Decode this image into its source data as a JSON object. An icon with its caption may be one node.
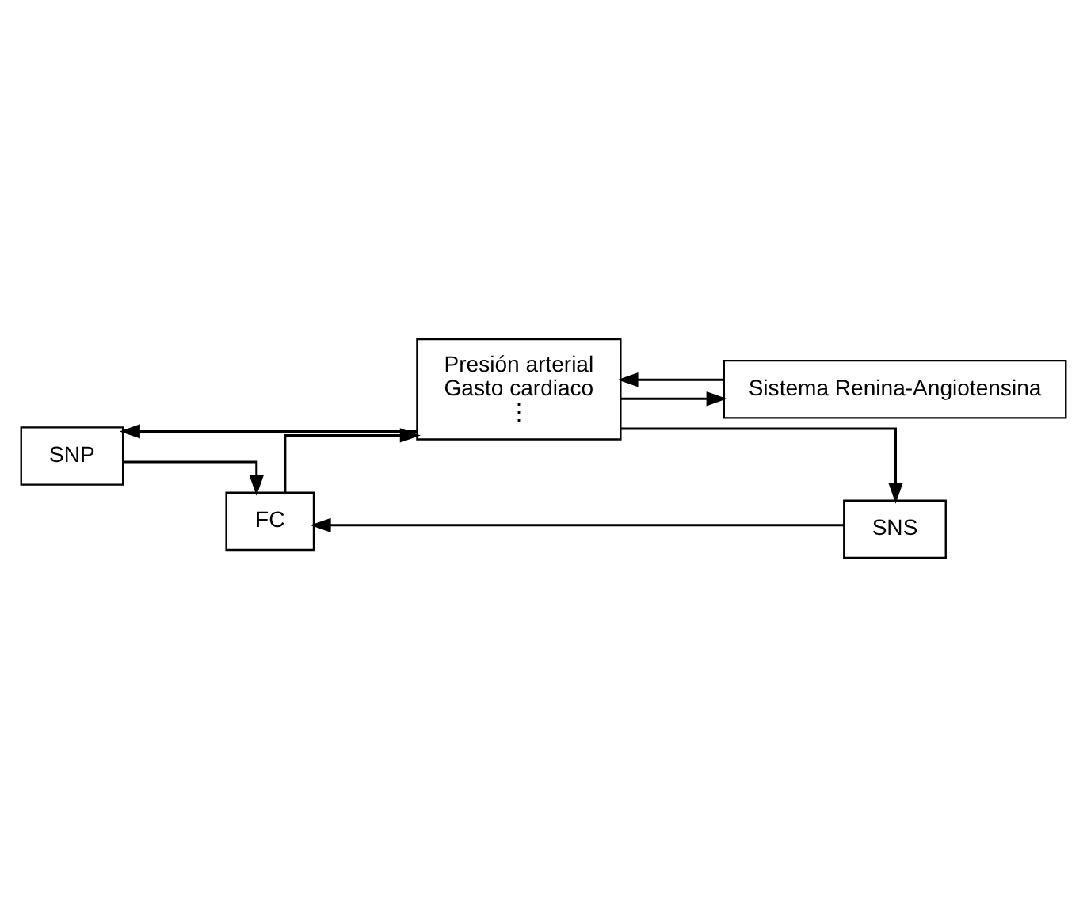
{
  "diagram": {
    "nodes": [
      {
        "text": [
          "SNP"
        ]
      },
      {
        "text": [
          "FC"
        ]
      },
      {
        "text": [
          "Presión arterial",
          "Gasto cardiaco",
          "⋮"
        ]
      },
      {
        "text": [
          "Sistema Renina-Angiotensina"
        ]
      },
      {
        "text": [
          "SNS"
        ]
      }
    ],
    "edges": [
      {
        "from": 0,
        "to": 1,
        "arrow": "to"
      },
      {
        "from": 1,
        "to": 2,
        "arrow": "to"
      },
      {
        "from": 2,
        "to": 0,
        "arrow": "to"
      },
      {
        "from": 2,
        "to": 3,
        "arrow": "to"
      },
      {
        "from": 3,
        "to": 2,
        "arrow": "to"
      },
      {
        "from": 2,
        "to": 4,
        "arrow": "to"
      },
      {
        "from": 4,
        "to": 1,
        "arrow": "to"
      }
    ]
  }
}
